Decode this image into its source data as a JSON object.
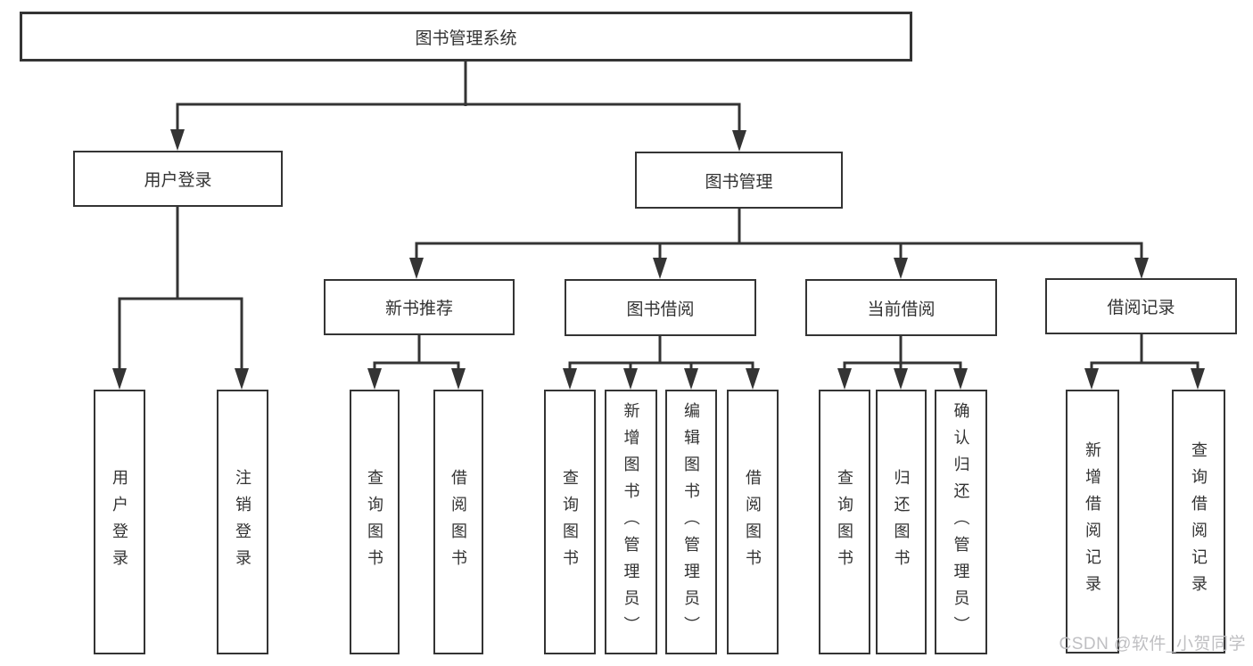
{
  "diagram": {
    "title": "图书管理系统",
    "tree": {
      "id": "root",
      "label": "图书管理系统",
      "children": [
        {
          "id": "user-login",
          "label": "用户登录",
          "children": [
            {
              "id": "leaf-user-login",
              "label": "用户登录"
            },
            {
              "id": "leaf-logout",
              "label": "注销登录"
            }
          ]
        },
        {
          "id": "book-mgmt",
          "label": "图书管理",
          "children": [
            {
              "id": "new-book-rec",
              "label": "新书推荐",
              "children": [
                {
                  "id": "leaf-query-book-1",
                  "label": "查询图书"
                },
                {
                  "id": "leaf-borrow-book-1",
                  "label": "借阅图书"
                }
              ]
            },
            {
              "id": "book-borrow",
              "label": "图书借阅",
              "children": [
                {
                  "id": "leaf-query-book-2",
                  "label": "查询图书"
                },
                {
                  "id": "leaf-add-book",
                  "label": "新增图书（管理员）"
                },
                {
                  "id": "leaf-edit-book",
                  "label": "编辑图书（管理员）"
                },
                {
                  "id": "leaf-borrow-book-2",
                  "label": "借阅图书"
                }
              ]
            },
            {
              "id": "current-borrow",
              "label": "当前借阅",
              "children": [
                {
                  "id": "leaf-query-book-3",
                  "label": "查询图书"
                },
                {
                  "id": "leaf-return-book",
                  "label": "归还图书"
                },
                {
                  "id": "leaf-confirm-return",
                  "label": "确认归还（管理员）"
                }
              ]
            },
            {
              "id": "borrow-record",
              "label": "借阅记录",
              "children": [
                {
                  "id": "leaf-add-record",
                  "label": "新增借阅记录"
                },
                {
                  "id": "leaf-query-record",
                  "label": "查询借阅记录"
                }
              ]
            }
          ]
        }
      ]
    }
  },
  "watermark": "CSDN @软件_小贺同学",
  "colors": {
    "line": "#343434",
    "box_border": "#343434",
    "text": "#333333",
    "watermark": "#bfbfc2",
    "background": "#ffffff"
  }
}
